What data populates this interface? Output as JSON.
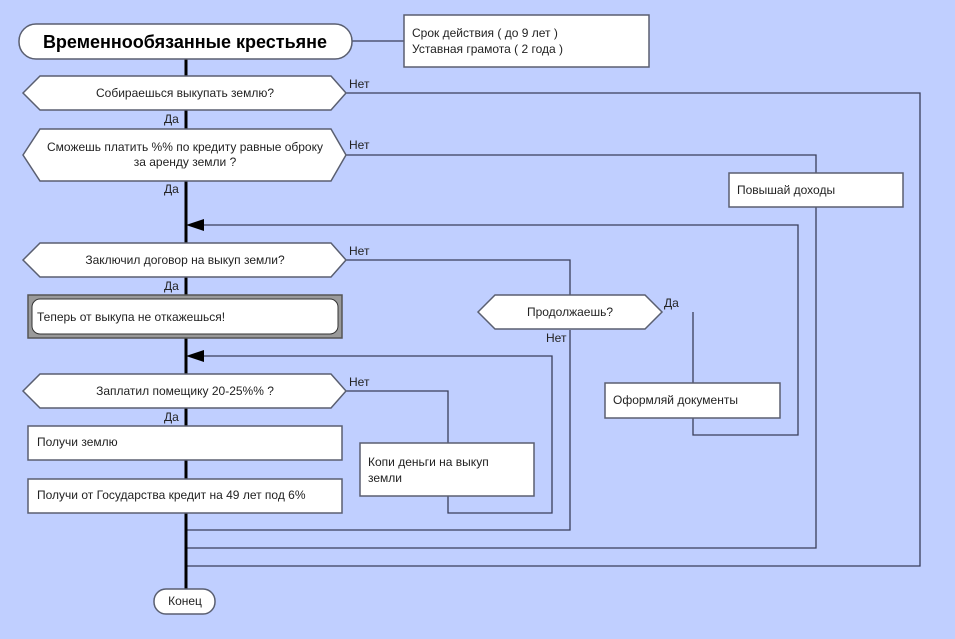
{
  "colors": {
    "background": "#c0cfff",
    "node_fill": "#ffffff",
    "line": "#3a3f5a"
  },
  "start": {
    "label": "Временнообязанные крестьяне"
  },
  "note": {
    "line1": "Срок действия ( до 9 лет )",
    "line2": "Уставная грамота ( 2 года )"
  },
  "decisions": [
    {
      "id": "d1",
      "lines": [
        "Собираешься выкупать землю?"
      ],
      "yes": "Да",
      "no": "Нет"
    },
    {
      "id": "d2",
      "lines": [
        "Сможешь платить %% по кредиту равные оброку",
        "за аренду земли ?"
      ],
      "yes": "Да",
      "no": "Нет"
    },
    {
      "id": "d3",
      "lines": [
        "Заключил договор на выкуп земли?"
      ],
      "yes": "Да",
      "no": "Нет"
    },
    {
      "id": "d4",
      "lines": [
        "Заплатил помещику 20-25%% ?"
      ],
      "yes": "Да",
      "no": "Нет"
    },
    {
      "id": "d5",
      "lines": [
        "Продолжаешь?"
      ],
      "yes": "Да",
      "no": "Нет"
    }
  ],
  "actions": {
    "raise_income": "Повышай доходы",
    "no_refusal": "Теперь от выкупа не откажешься!",
    "get_land": "Получи землю",
    "get_credit": "Получи от Государства кредит на 49 лет под 6%",
    "save_money": [
      "Копи деньги на выкуп",
      "земли"
    ],
    "make_documents": "Оформляй документы"
  },
  "end": {
    "label": "Конец"
  }
}
